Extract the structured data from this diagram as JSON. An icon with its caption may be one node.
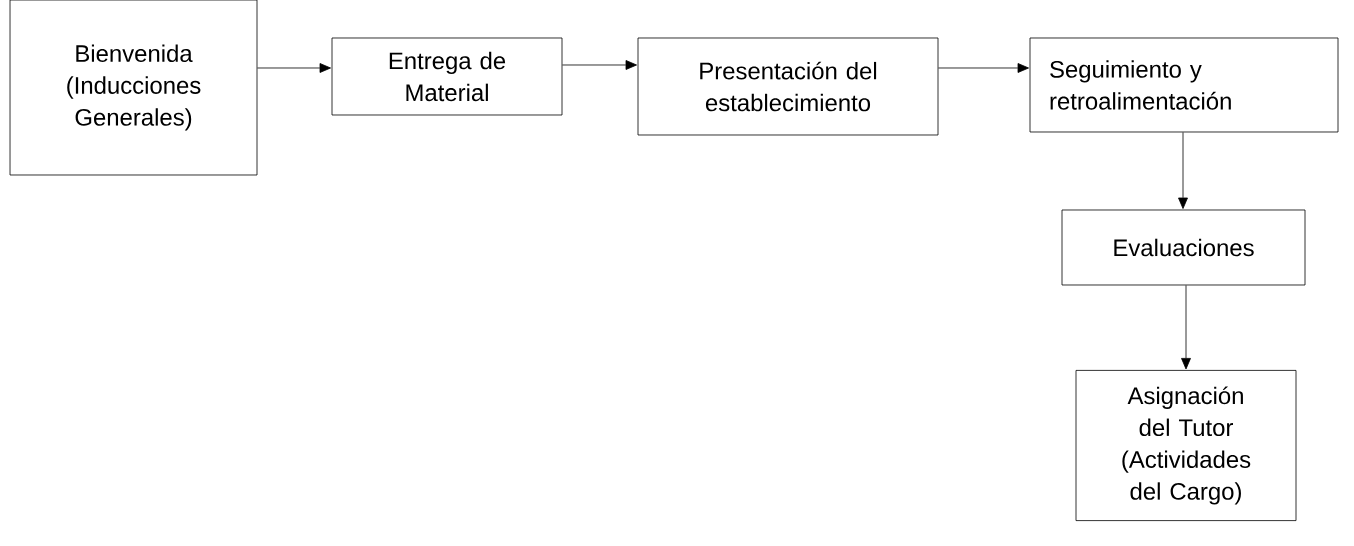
{
  "diagram": {
    "nodes": [
      {
        "text": [
          "Bienvenida (Inducciones Generales)"
        ]
      },
      {
        "text": [
          "Entrega de Material"
        ]
      },
      {
        "text": [
          "Presentación del establecimiento"
        ]
      },
      {
        "text": [
          "Seguimiento y retroalimentación"
        ]
      },
      {
        "text": [
          "Evaluaciones"
        ]
      },
      {
        "text": [
          "Asignación del Tutor (Actividades del Cargo)"
        ]
      }
    ],
    "edges": [
      {
        "from": 0,
        "to": 1,
        "arrow": "to"
      },
      {
        "from": 1,
        "to": 2,
        "arrow": "to"
      },
      {
        "from": 2,
        "to": 3,
        "arrow": "to"
      },
      {
        "from": 3,
        "to": 4,
        "arrow": "to"
      },
      {
        "from": 4,
        "to": 5,
        "arrow": "to"
      }
    ]
  }
}
